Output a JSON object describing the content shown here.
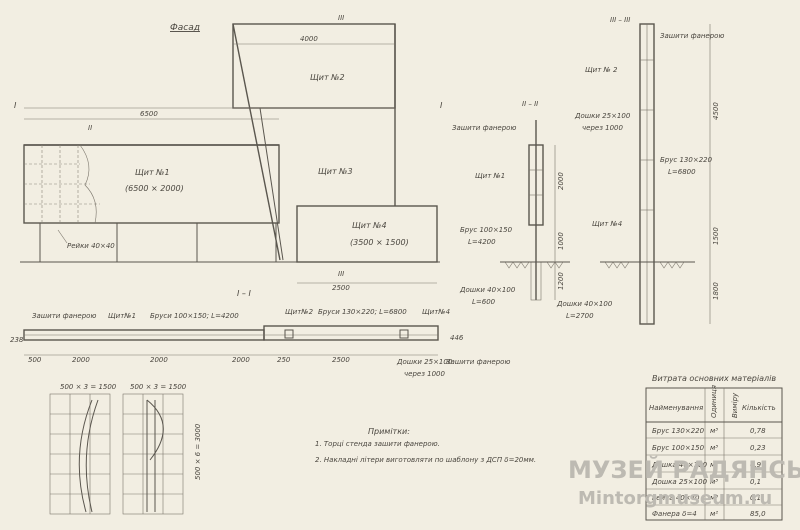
{
  "facade": {
    "title": "Фасад",
    "panel1_name": "Щит №1",
    "panel1_size": "(6500 × 2000)",
    "panel2_name": "Щит №2",
    "panel3_name": "Щит №3",
    "panel4_name": "Щит №4",
    "panel4_size": "(3500 × 1500)",
    "dim_4000": "4000",
    "dim_6500": "6500",
    "dim_2500": "2500",
    "slats": "Рейки 40×40",
    "mark_I": "I",
    "mark_II": "II",
    "mark_III": "III"
  },
  "section_II": {
    "title": "II – II",
    "plywood": "Зашити фанерою",
    "panel1": "Щит №1",
    "beam": "Брус 100×150",
    "beam_len": "L=4200",
    "boards": "Дошки 40×100",
    "boards_len": "L=600",
    "dim_2000": "2000",
    "dim_1000": "1000",
    "dim_1200": "1200"
  },
  "section_III": {
    "title": "III – III",
    "plywood": "Зашити фанерою",
    "panel2": "Щит № 2",
    "boards": "Дошки 25×100",
    "boards_step": "через 1000",
    "beam": "Брус 130×220",
    "beam_len": "L=6800",
    "panel4": "Щит №4",
    "boards2": "Дошки 40×100",
    "boards2_len": "L=2700",
    "dim_4500": "4500",
    "dim_1500": "1500",
    "dim_1800": "1800"
  },
  "plan": {
    "title": "I – I",
    "plywood_left": "Зашити фанерою",
    "panel1": "Щит№1",
    "beams1": "Бруси  100×150; L=4200",
    "panel2": "Щит№2",
    "beams2": "Бруси  130×220; L=6800",
    "panel4": "Щит№4",
    "side_dim": "238",
    "side_dim_r": "446",
    "boards": "Дошки 25×100",
    "boards_step": "через 1000",
    "plywood_right": "Зашити фанерою",
    "dims": [
      "500",
      "2000",
      "2000",
      "2000",
      "250",
      "2500"
    ]
  },
  "letters": {
    "left_label": "500 × 3 = 1500",
    "right_label": "500 × 3 = 1500",
    "height_label": "500 × 6 = 3000"
  },
  "notes": {
    "title": "Примітки:",
    "line1": "1. Торці стенда зашити фанерою.",
    "line2": "2. Накладні літери виготовляти по шаблону з ДСП δ=20мм."
  },
  "materials": {
    "title": "Витрата основних матеріалів",
    "headers": [
      "Найменування",
      "Одиниця",
      "Виміру",
      "Кількість"
    ],
    "rows": [
      [
        "Брус 130×220",
        "м³",
        "0,78"
      ],
      [
        "Брус 100×150",
        "м³",
        "0,23"
      ],
      [
        "Дошка 40×100",
        "м³",
        "0,9"
      ],
      [
        "Дошка 25×100",
        "м³",
        "0,1"
      ],
      [
        "Рейка 40×40",
        "м³",
        "0,1"
      ],
      [
        "Фанера δ=4",
        "м²",
        "85,0"
      ]
    ]
  },
  "watermark": {
    "line1": "МУЗЕЙ РАДЯНСЬКОЇ",
    "line2": "Mintorgmuseum.ru"
  }
}
